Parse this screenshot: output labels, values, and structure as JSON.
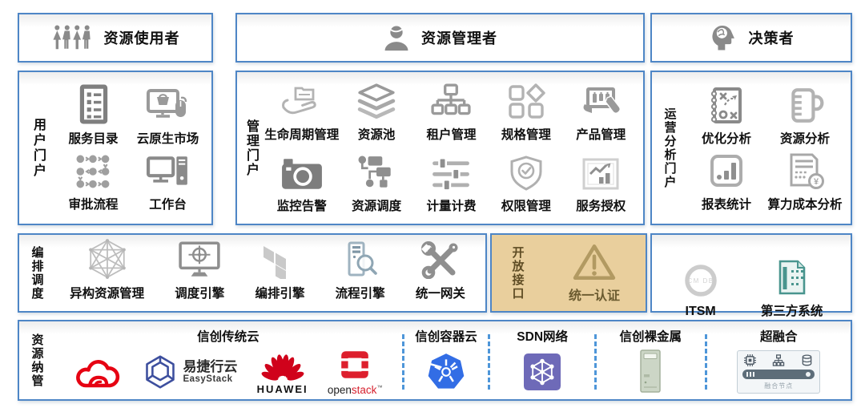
{
  "actors": {
    "user": "资源使用者",
    "manager": "资源管理者",
    "decision": "决策者"
  },
  "user_portal": {
    "side": "用户门户",
    "items": [
      "服务目录",
      "云原生市场",
      "审批流程",
      "工作台"
    ]
  },
  "mgmt_portal": {
    "side": "管理门户",
    "items": [
      "生命周期管理",
      "资源池",
      "租户管理",
      "规格管理",
      "产品管理",
      "监控告警",
      "资源调度",
      "计量计费",
      "权限管理",
      "服务授权"
    ]
  },
  "ops_portal": {
    "side": "运营分析门户",
    "items": [
      "优化分析",
      "资源分析",
      "报表统计",
      "算力成本分析"
    ]
  },
  "orchestration": {
    "side": "编排调度",
    "items": [
      "异构资源管理",
      "调度引擎",
      "编排引擎",
      "流程引擎",
      "统一网关"
    ]
  },
  "open_api": {
    "side": "开放接口",
    "item": "统一认证"
  },
  "external": {
    "itsm": "ITSM",
    "itsm_icon_text": "CM DB",
    "third_party": "第三方系统"
  },
  "resources": {
    "side": "资源纳管",
    "groups": [
      "信创传统云",
      "信创容器云",
      "SDN网络",
      "信创裸金属",
      "超融合"
    ],
    "logos": {
      "easystack_cn": "易捷行云",
      "easystack_en": "EasyStack",
      "huawei": "HUAWEI",
      "openstack_open": "open",
      "openstack_stack": "stack",
      "openstack_tm": "™",
      "fusion_node": "融合节点"
    }
  },
  "glyphs": {
    "yuan": "¥"
  },
  "colors": {
    "border_blue": "#4e86c6",
    "highlight_bg": "#e9cf9d",
    "icon_gray": "#8f8f8f",
    "warning_tan": "#b29a62"
  }
}
